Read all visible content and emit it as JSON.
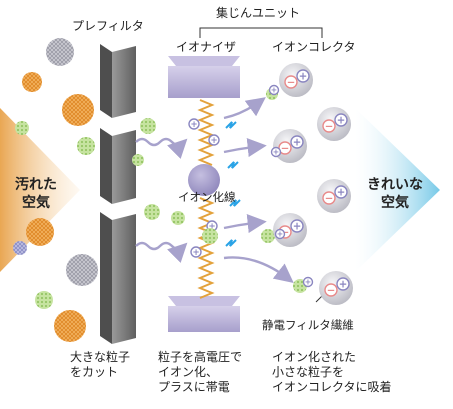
{
  "unit": {
    "title": "集じんユニット",
    "ionizer": "イオナイザ",
    "collector": "イオンコレクタ"
  },
  "prefilter": "プレフィルタ",
  "ionizer_wire": "イオン化線",
  "electrostatic_fiber": "静電フィルタ繊維",
  "dirty_air": [
    "汚れた",
    "空気"
  ],
  "clean_air": [
    "きれいな",
    "空気"
  ],
  "captions": {
    "cut": [
      "大きな粒子",
      "をカット"
    ],
    "charge": [
      "粒子を高電圧で",
      "イオン化、",
      "プラスに帯電"
    ],
    "adsorb": [
      "イオン化された",
      "小さな粒子を",
      "イオンコレクタに吸着"
    ]
  },
  "signs": {
    "plus": "+",
    "minus": "−"
  },
  "colors": {
    "dirty_arrow": "#e8a24a",
    "clean_arrow": "#6fc6e6",
    "filter_plate": "#6c6c6c",
    "ionizer_block": "#b6aed2",
    "wire_circle": "#9e97c4",
    "particle_orange": "#f0a040",
    "particle_green": "#a8d17a",
    "particle_gray": "#b5b5bd",
    "particle_lavender": "#a6a8d6",
    "spark_zigzag": "#e3a23c",
    "spark_blue": "#2aa3e6",
    "flow_arrow": "#a7a2cc",
    "minus_badge": "#e88a8a",
    "plus_badge": "#8a86c0"
  }
}
